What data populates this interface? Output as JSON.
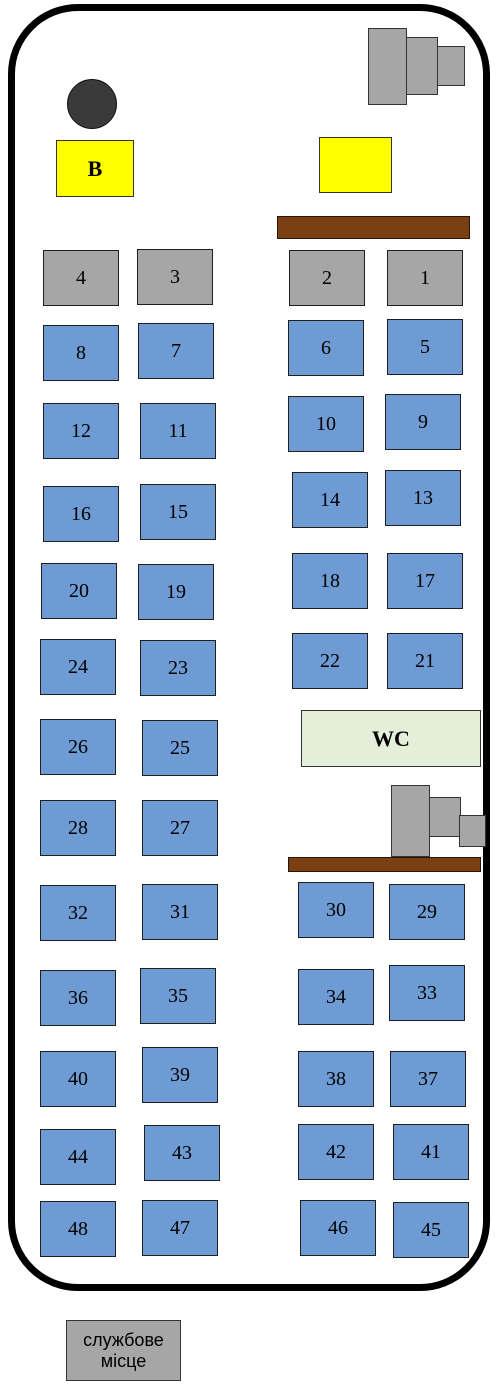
{
  "driver_label": "В",
  "wc_label": "WC",
  "service_seat_label": "службове\nмісце",
  "colors": {
    "passenger_seat": "#6f9bd4",
    "staff_seat": "#a6a6a6",
    "marker": "#ffff00",
    "wc": "#e3efd9",
    "divider": "#7b3f14"
  },
  "icons": [
    "steering-wheel-icon",
    "entrance-steps-icon"
  ],
  "seats": {
    "s1": "1",
    "s2": "2",
    "s3": "3",
    "s4": "4",
    "s5": "5",
    "s6": "6",
    "s7": "7",
    "s8": "8",
    "s9": "9",
    "s10": "10",
    "s11": "11",
    "s12": "12",
    "s13": "13",
    "s14": "14",
    "s15": "15",
    "s16": "16",
    "s17": "17",
    "s18": "18",
    "s19": "19",
    "s20": "20",
    "s21": "21",
    "s22": "22",
    "s23": "23",
    "s24": "24",
    "s25": "25",
    "s26": "26",
    "s27": "27",
    "s28": "28",
    "s29": "29",
    "s30": "30",
    "s31": "31",
    "s32": "32",
    "s33": "33",
    "s34": "34",
    "s35": "35",
    "s36": "36",
    "s37": "37",
    "s38": "38",
    "s39": "39",
    "s40": "40",
    "s41": "41",
    "s42": "42",
    "s43": "43",
    "s44": "44",
    "s45": "45",
    "s46": "46",
    "s47": "47",
    "s48": "48"
  }
}
